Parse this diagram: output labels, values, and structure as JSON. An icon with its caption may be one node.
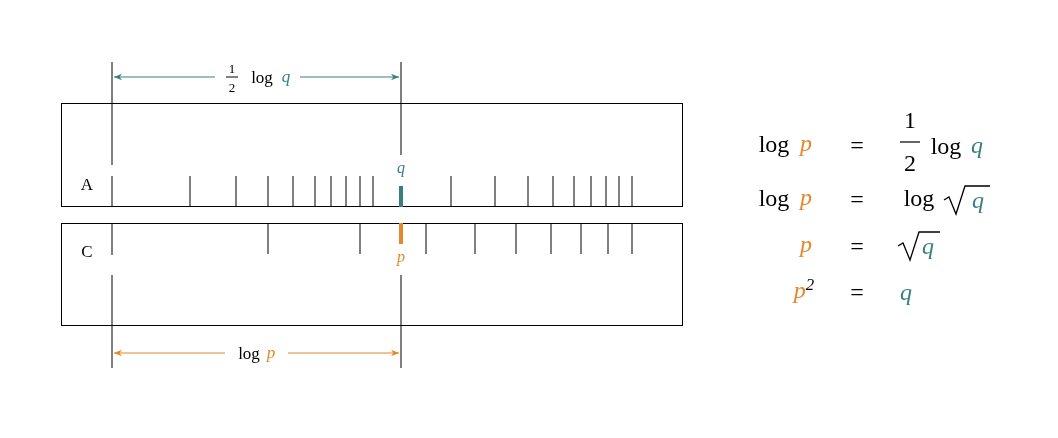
{
  "diagram": {
    "nodes": [
      {
        "text": [
          "A"
        ]
      },
      {
        "text": [
          "C"
        ]
      }
    ],
    "edges": [],
    "labels": [
      "1",
      "2",
      "log",
      "q",
      "q",
      "p",
      "log",
      "p",
      "log",
      "p",
      "=",
      "1",
      "2",
      "log",
      "q",
      "log",
      "p",
      "=",
      "log",
      "q",
      "p",
      "=",
      "q",
      "p$^{2}$",
      "=",
      "q"
    ]
  }
}
